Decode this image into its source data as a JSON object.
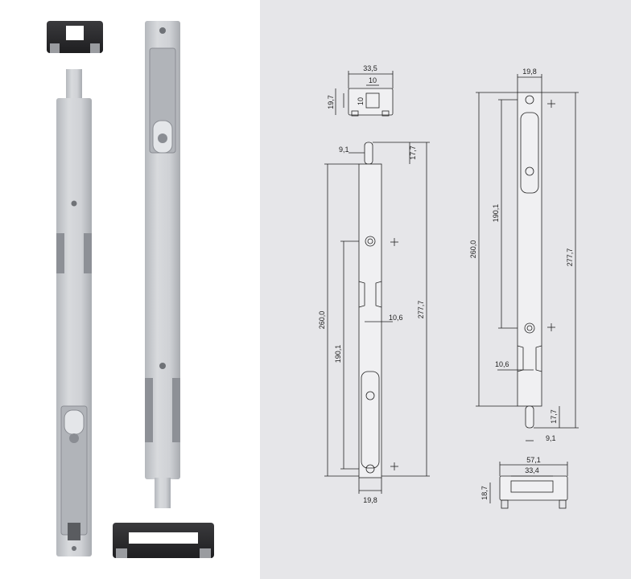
{
  "colors": {
    "photo_background": "#ffffff",
    "drawing_background": "#e6e6e9",
    "metal": "#c9ccd1",
    "metal_dark": "#9ea2a8",
    "keeper": "#2c2c2e",
    "line": "#222222"
  },
  "photos": {
    "front_bolt_view": "front-view",
    "back_bolt_view": "back-view"
  },
  "dimensions": {
    "top_keeper": {
      "width": "33,5",
      "slot_width": "10",
      "slot_height": "10",
      "height": "19,7"
    },
    "left_bolt": {
      "tip_width": "9,1",
      "tip_length": "17,7",
      "hole_spacing": "260,0",
      "pin_distance": "190,1",
      "notch_width": "10,6",
      "total_length": "277,7",
      "body_width": "19,8"
    },
    "right_bolt": {
      "body_width": "19,8",
      "pin_distance": "190,1",
      "hole_spacing": "260,0",
      "total_length": "277,7",
      "notch_width": "10,6",
      "tip_length": "17,7",
      "tip_width": "9,1"
    },
    "bottom_keeper": {
      "width": "57,1",
      "slot_width": "33,4",
      "height": "18,7"
    }
  }
}
